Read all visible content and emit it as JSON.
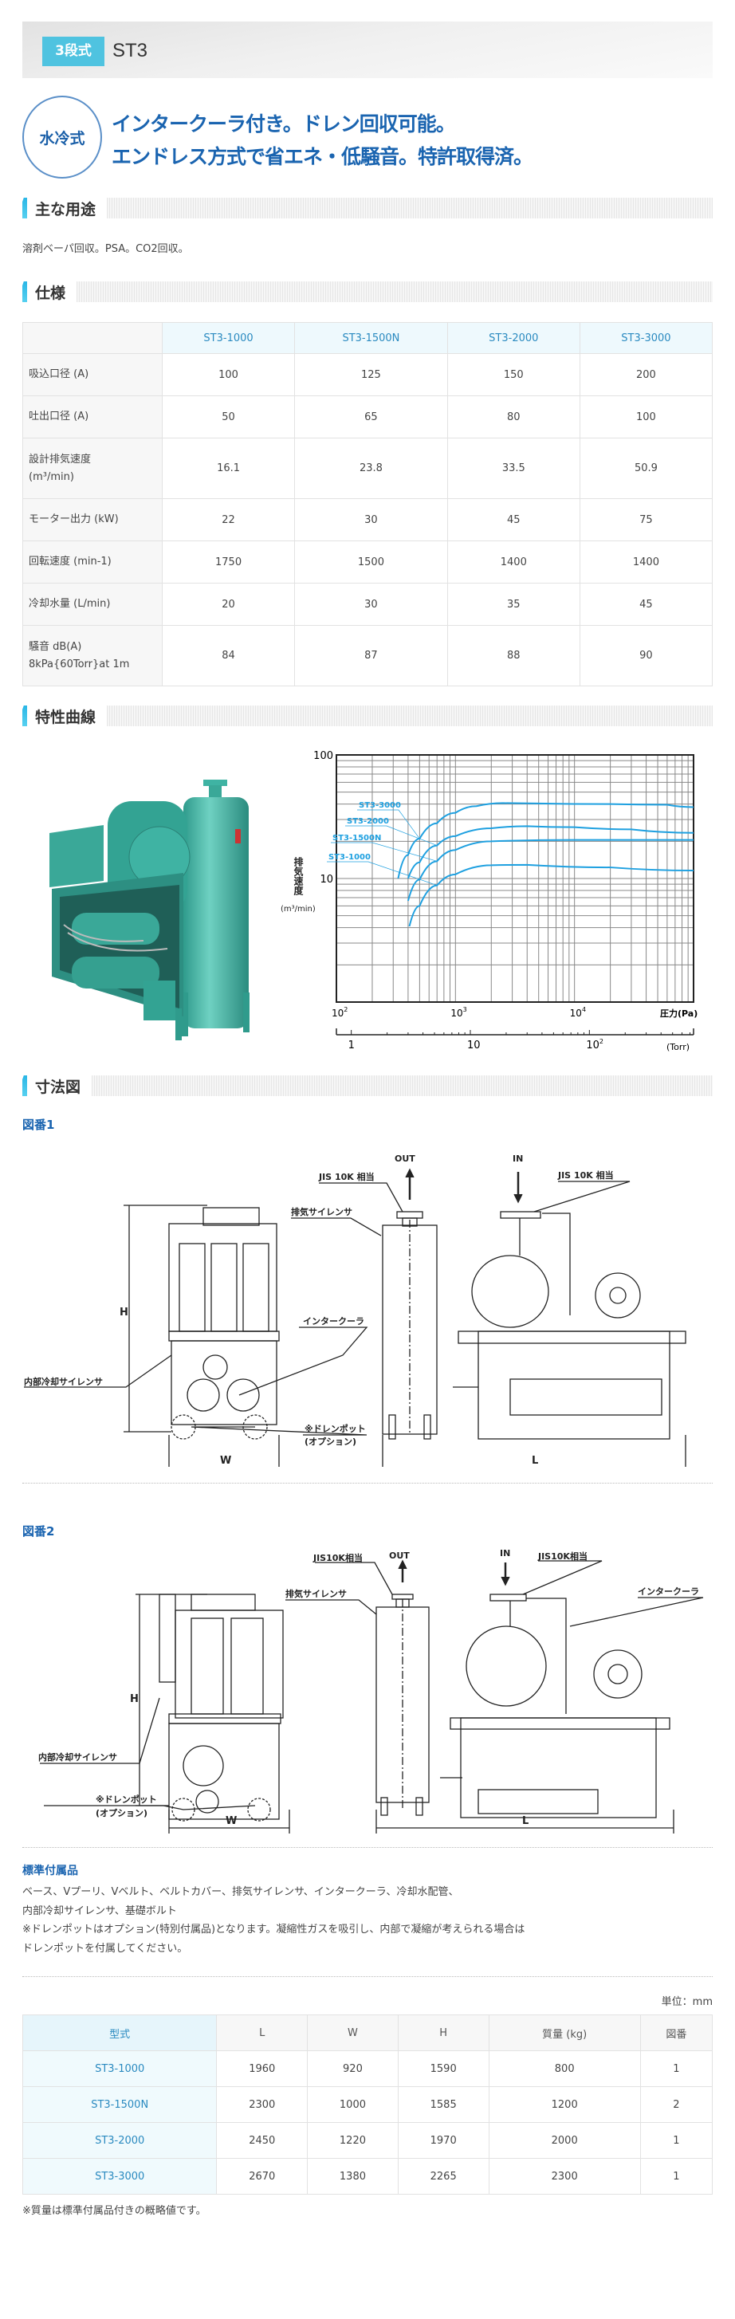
{
  "hero": {
    "badge": "3段式",
    "title": "ST3"
  },
  "feature": {
    "badge": "水冷式",
    "line1": "インタークーラ付き。ドレン回収可能。",
    "line2": "エンドレス方式で省エネ・低騒音。特許取得済。"
  },
  "uses": {
    "heading": "主な用途",
    "text": "溶剤ベーパ回収。PSA。CO2回収。"
  },
  "spec": {
    "heading": "仕様",
    "models": [
      "ST3-1000",
      "ST3-1500N",
      "ST3-2000",
      "ST3-3000"
    ],
    "rows": [
      {
        "label": "吸込口径 (A)",
        "values": [
          "100",
          "125",
          "150",
          "200"
        ]
      },
      {
        "label": "吐出口径 (A)",
        "values": [
          "50",
          "65",
          "80",
          "100"
        ]
      },
      {
        "label": "設計排気速度",
        "label2": "(m³/min)",
        "values": [
          "16.1",
          "23.8",
          "33.5",
          "50.9"
        ]
      },
      {
        "label": "モーター出力 (kW)",
        "values": [
          "22",
          "30",
          "45",
          "75"
        ]
      },
      {
        "label": "回転速度 (min-1)",
        "values": [
          "1750",
          "1500",
          "1400",
          "1400"
        ]
      },
      {
        "label": "冷却水量 (L/min)",
        "values": [
          "20",
          "30",
          "35",
          "45"
        ]
      },
      {
        "label": "騒音 dB(A)",
        "label2": "8kPa{60Torr}at 1m",
        "values": [
          "84",
          "87",
          "88",
          "90"
        ]
      }
    ]
  },
  "curves": {
    "heading": "特性曲線"
  },
  "chart_data": {
    "type": "line",
    "title": "",
    "xlabel": "圧力(Pa)",
    "x2label": "(Torr)",
    "ylabel": "排気速度",
    "ylabel_unit": "(m³/min)",
    "xscale": "log",
    "yscale": "log",
    "xlim": [
      100,
      100000
    ],
    "ylim": [
      1,
      100
    ],
    "x_ticks": [
      {
        "v": 100,
        "base": "10",
        "exp": "2"
      },
      {
        "v": 1000,
        "base": "10",
        "exp": "3"
      },
      {
        "v": 10000,
        "base": "10",
        "exp": "4"
      }
    ],
    "x2_ticks": [
      {
        "v": 1,
        "label": "1"
      },
      {
        "v": 10,
        "label": "10"
      },
      {
        "v": 100,
        "label": "10",
        "exp": "2"
      }
    ],
    "y_ticks": [
      {
        "v": 100,
        "label": "100"
      },
      {
        "v": 10,
        "label": "10"
      }
    ],
    "grid": true,
    "color": "#1ea0e0",
    "series": [
      {
        "name": "ST3-3000",
        "points": [
          [
            330,
            10
          ],
          [
            400,
            15.5
          ],
          [
            500,
            21
          ],
          [
            700,
            28
          ],
          [
            1000,
            34
          ],
          [
            1500,
            38.5
          ],
          [
            2500,
            40.8
          ],
          [
            5000,
            40.5
          ],
          [
            20000,
            40
          ],
          [
            60000,
            39.5
          ],
          [
            100000,
            37.8
          ]
        ]
      },
      {
        "name": "ST3-2000",
        "points": [
          [
            400,
            10
          ],
          [
            500,
            13.5
          ],
          [
            700,
            18.5
          ],
          [
            1000,
            22
          ],
          [
            2000,
            25.5
          ],
          [
            4000,
            26.5
          ],
          [
            10000,
            26
          ],
          [
            30000,
            25
          ],
          [
            100000,
            23.4
          ]
        ]
      },
      {
        "name": "ST3-1500N",
        "points": [
          [
            400,
            6.6
          ],
          [
            500,
            9.8
          ],
          [
            700,
            13.8
          ],
          [
            1000,
            17
          ],
          [
            2000,
            20
          ],
          [
            10000,
            20.5
          ],
          [
            100000,
            20.5
          ]
        ]
      },
      {
        "name": "ST3-1000",
        "points": [
          [
            410,
            4.1
          ],
          [
            500,
            6
          ],
          [
            700,
            8.8
          ],
          [
            1000,
            10.8
          ],
          [
            2000,
            12.8
          ],
          [
            4000,
            12.9
          ],
          [
            20000,
            12.3
          ],
          [
            100000,
            11.6
          ]
        ]
      }
    ]
  },
  "dims": {
    "heading": "寸法図",
    "fig1": {
      "title": "図番1",
      "out": "OUT",
      "in": "IN",
      "jis_left": "JIS 10K 相当",
      "jis_right": "JIS 10K 相当",
      "silencer": "排気サイレンサ",
      "intercooler": "インタークーラ",
      "internal": "内部冷却サイレンサ",
      "drain": "※ドレンポット",
      "option": "(オプション)",
      "h": "H",
      "w": "W",
      "l": "L"
    },
    "fig2": {
      "title": "図番2",
      "out": "OUT",
      "in": "IN",
      "jis_left": "JIS10K相当",
      "jis_right": "JIS10K相当",
      "silencer": "排気サイレンサ",
      "intercooler": "インタークーラ",
      "internal": "内部冷却サイレンサ",
      "drain": "※ドレンポット",
      "option": "(オプション)",
      "h": "H",
      "w": "W",
      "l": "L"
    }
  },
  "accessories": {
    "heading": "標準付属品",
    "line1": "ベース、Vプーリ、Vベルト、ベルトカバー、排気サイレンサ、インタークーラ、冷却水配管、",
    "line2": "内部冷却サイレンサ、基礎ボルト",
    "note1": "※ドレンポットはオプション(特別付属品)となります。凝縮性ガスを吸引し、内部で凝縮が考えられる場合は",
    "note2": "ドレンポットを付属してください。"
  },
  "dimtable": {
    "unit": "単位：mm",
    "headers": [
      "型式",
      "L",
      "W",
      "H",
      "質量 (kg)",
      "図番"
    ],
    "rows": [
      [
        "ST3-1000",
        "1960",
        "920",
        "1590",
        "800",
        "1"
      ],
      [
        "ST3-1500N",
        "2300",
        "1000",
        "1585",
        "1200",
        "2"
      ],
      [
        "ST3-2000",
        "2450",
        "1220",
        "1970",
        "2000",
        "1"
      ],
      [
        "ST3-3000",
        "2670",
        "1380",
        "2265",
        "2300",
        "1"
      ]
    ],
    "note": "※質量は標準付属品付きの概略値です。"
  }
}
